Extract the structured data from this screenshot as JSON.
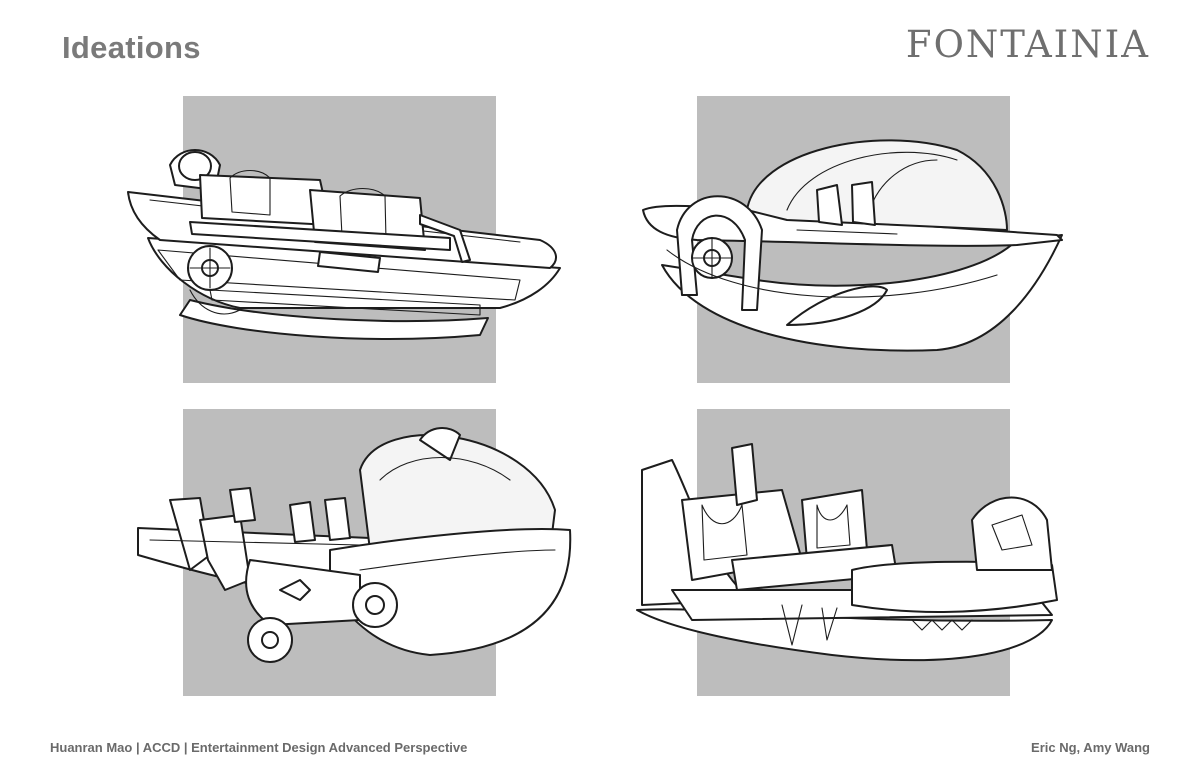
{
  "header": {
    "title": "Ideations",
    "logo_text": "FONTAINIA"
  },
  "gallery": {
    "panel_color": "#bdbdbd",
    "items": [
      {
        "name": "boat-ideation-1"
      },
      {
        "name": "boat-ideation-2"
      },
      {
        "name": "boat-ideation-3"
      },
      {
        "name": "boat-ideation-4"
      }
    ]
  },
  "footer": {
    "credits": "Huanran Mao | ACCD | Entertainment Design Advanced Perspective",
    "instructors": "Eric Ng, Amy Wang"
  }
}
